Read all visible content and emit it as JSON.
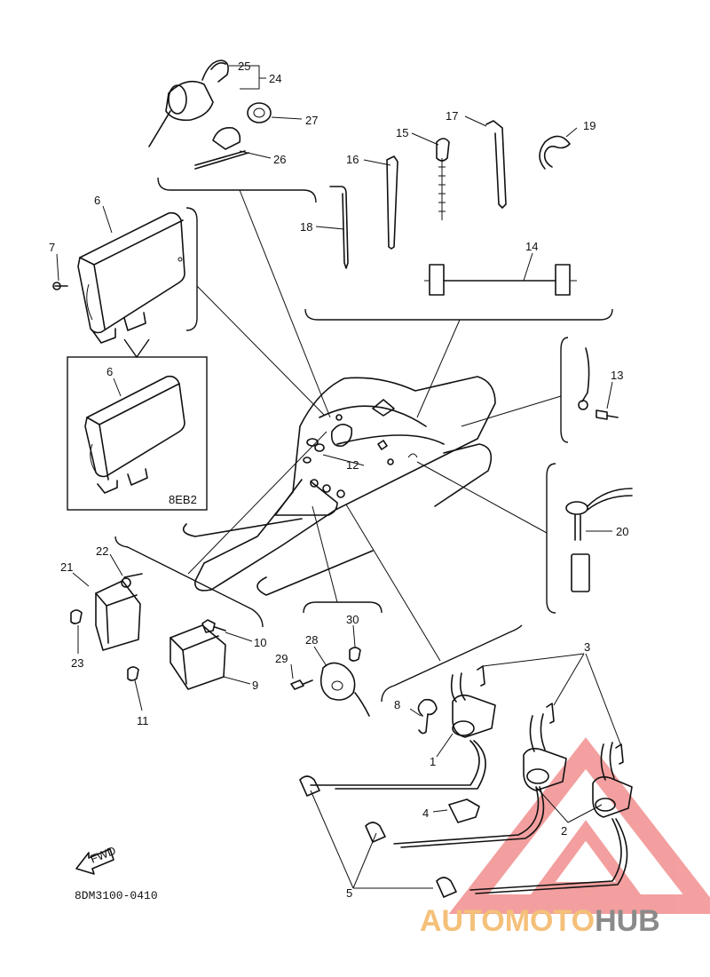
{
  "callouts": {
    "n1": "1",
    "n2": "2",
    "n3": "3",
    "n4": "4",
    "n5": "5",
    "n6a": "6",
    "n6b": "6",
    "n7": "7",
    "n8": "8",
    "n9": "9",
    "n10": "10",
    "n11": "11",
    "n12": "12",
    "n13": "13",
    "n14": "14",
    "n15": "15",
    "n16": "16",
    "n17": "17",
    "n18": "18",
    "n19": "19",
    "n20": "20",
    "n21": "21",
    "n22": "22",
    "n23": "23",
    "n24": "24",
    "n25": "25",
    "n26": "26",
    "n27": "27",
    "n28": "28",
    "n29": "29",
    "n30": "30"
  },
  "variant_box_label": "8EB2",
  "fwd_label": "FWD",
  "drawing_code": "8DM3100-0410",
  "watermark": {
    "text_a": "AUTOMOTO",
    "text_b": "HUB",
    "color_a": "#f4c07a",
    "color_b": "#8a8a8a",
    "triangle_color": "#f08080"
  }
}
